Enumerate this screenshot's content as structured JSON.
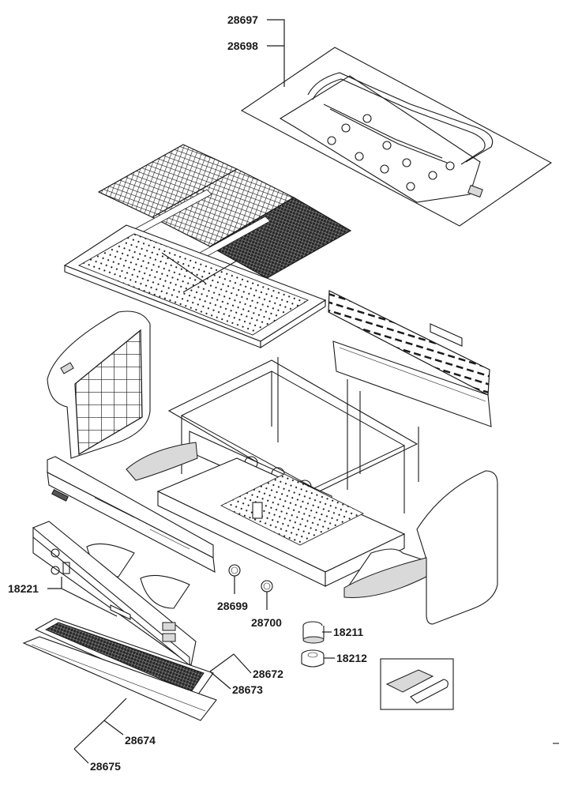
{
  "part_numbers": {
    "p28697": "28697",
    "p28698": "28698",
    "p18221": "18221",
    "p28699": "28699",
    "p28700": "28700",
    "p18211": "18211",
    "p18212": "18212",
    "p28672": "28672",
    "p28673": "28673",
    "p28674": "28674",
    "p28675": "28675"
  }
}
